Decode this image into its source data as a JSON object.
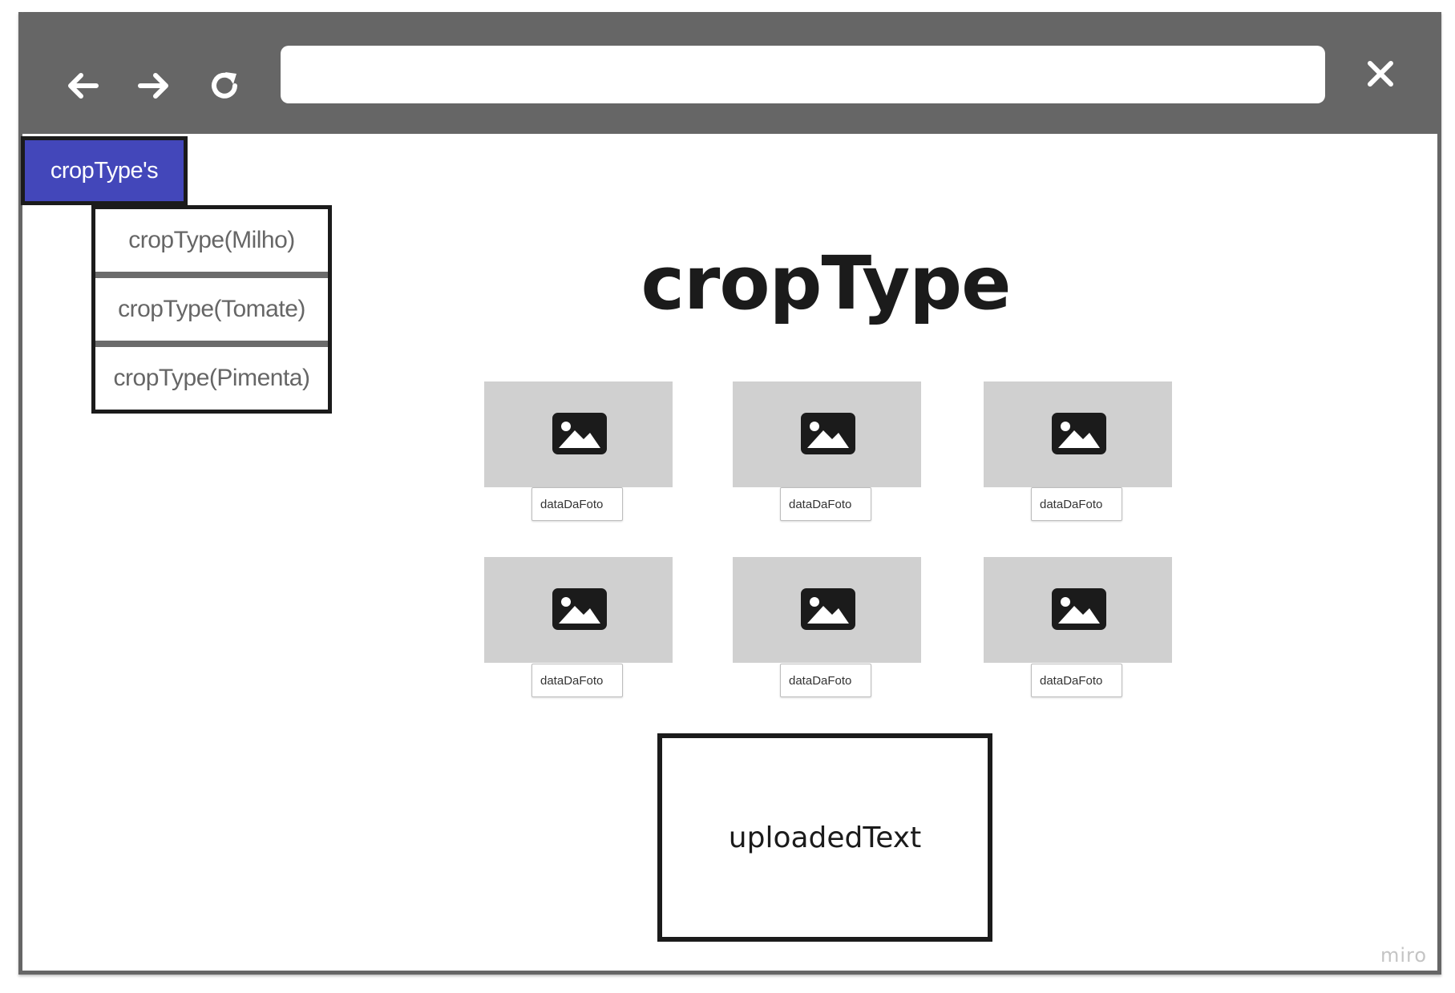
{
  "browser": {
    "address_value": "",
    "icons": {
      "back": "arrow-left-icon",
      "forward": "arrow-right-icon",
      "reload": "reload-icon",
      "close": "close-icon"
    }
  },
  "menu": {
    "button_label": "cropType's",
    "accent_color": "#4347ba",
    "items": [
      {
        "label": "cropType(Milho)"
      },
      {
        "label": "cropType(Tomate)"
      },
      {
        "label": "cropType(Pimenta)"
      }
    ]
  },
  "main": {
    "title": "cropType",
    "photos": [
      {
        "date_label": "dataDaFoto",
        "icon": "image-icon"
      },
      {
        "date_label": "dataDaFoto",
        "icon": "image-icon"
      },
      {
        "date_label": "dataDaFoto",
        "icon": "image-icon"
      },
      {
        "date_label": "dataDaFoto",
        "icon": "image-icon"
      },
      {
        "date_label": "dataDaFoto",
        "icon": "image-icon"
      },
      {
        "date_label": "dataDaFoto",
        "icon": "image-icon"
      }
    ],
    "uploaded_text": "uploadedText"
  },
  "watermark": "miro"
}
